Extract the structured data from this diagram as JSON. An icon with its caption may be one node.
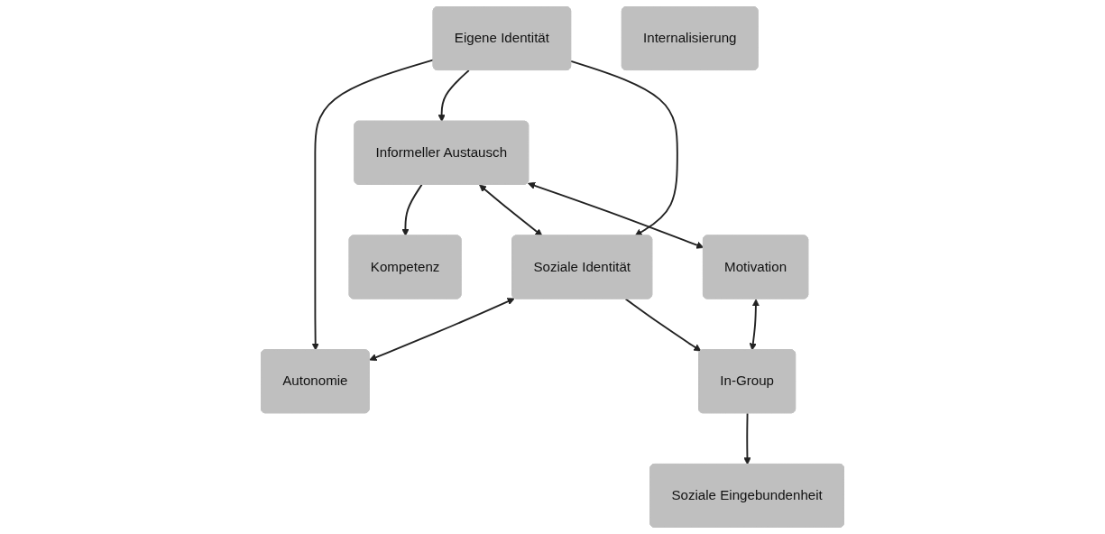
{
  "diagram": {
    "nodes": [
      {
        "text": [
          "Eigene Identität"
        ]
      },
      {
        "text": [
          "Autonomie"
        ]
      },
      {
        "text": [
          "Kompetenz"
        ]
      },
      {
        "text": [
          "Informeller Austausch"
        ]
      },
      {
        "text": [
          "Soziale Identität"
        ]
      },
      {
        "text": [
          "Internalisierung"
        ]
      },
      {
        "text": [
          "Motivation"
        ]
      },
      {
        "text": [
          "In-Group"
        ]
      },
      {
        "text": [
          "Soziale Eingebundenheit"
        ]
      }
    ],
    "edges": [
      {
        "from": 0,
        "to": 1,
        "arrow": "to"
      },
      {
        "from": 4,
        "to": 1,
        "arrow": "both"
      },
      {
        "from": 3,
        "to": 2,
        "arrow": "to"
      },
      {
        "from": 0,
        "to": 3,
        "arrow": "to"
      },
      {
        "from": 0,
        "to": 4,
        "arrow": "to"
      },
      {
        "from": 3,
        "to": 4,
        "arrow": "both"
      },
      {
        "from": 3,
        "to": 6,
        "arrow": "both"
      },
      {
        "from": 4,
        "to": 7,
        "arrow": "to"
      },
      {
        "from": 6,
        "to": 7,
        "arrow": "both"
      },
      {
        "from": 7,
        "to": 8,
        "arrow": "to"
      }
    ]
  }
}
